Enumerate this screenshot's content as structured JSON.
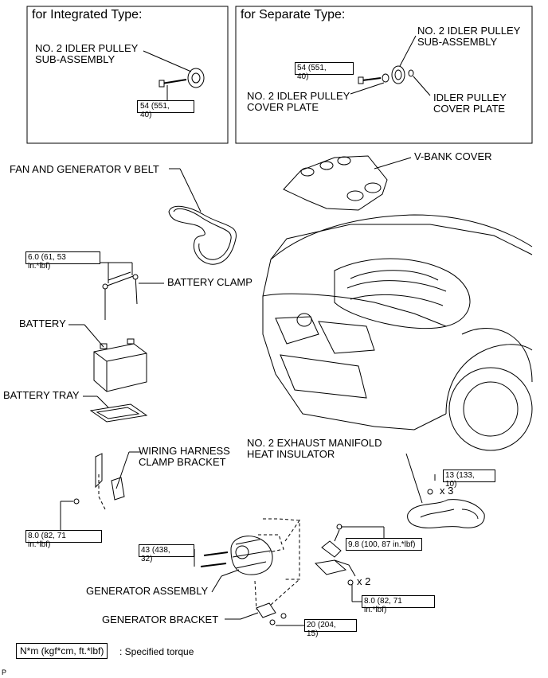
{
  "insets": {
    "integrated": {
      "title": "for Integrated Type:",
      "pulley_label": "NO. 2 IDLER PULLEY\nSUB-ASSEMBLY",
      "torque": "54 (551,\n40)"
    },
    "separate": {
      "title": "for Separate Type:",
      "pulley_label": "NO. 2 IDLER PULLEY\nSUB-ASSEMBLY",
      "torque": "54 (551,\n40)",
      "cover_plate_no2": "NO. 2 IDLER PULLEY\nCOVER PLATE",
      "cover_plate": "IDLER PULLEY\nCOVER PLATE"
    }
  },
  "labels": {
    "fan_belt": "FAN AND GENERATOR V BELT",
    "v_bank": "V-BANK COVER",
    "battery_clamp": "BATTERY CLAMP",
    "battery": "BATTERY",
    "battery_tray": "BATTERY TRAY",
    "wiring_bracket": "WIRING HARNESS\nCLAMP BRACKET",
    "exhaust_insulator": "NO. 2 EXHAUST MANIFOLD\nHEAT INSULATOR",
    "generator_assembly": "GENERATOR ASSEMBLY",
    "generator_bracket": "GENERATOR BRACKET"
  },
  "torques": {
    "clamp": "6.0 (61, 53\nin.*lbf)",
    "wiring": "8.0 (82, 71\nin.*lbf)",
    "gen_bolt": "43 (438,\n32)",
    "insulator": "13 (133,\n10)",
    "terminal_nut": "9.8 (100, 87 in.*lbf)",
    "gen_lower": "8.0 (82, 71\nin.*lbf)",
    "bracket": "20 (204,\n15)"
  },
  "multipliers": {
    "insulator": "x 3",
    "gen_lower": "x 2"
  },
  "legend": {
    "key": "N*m (kgf*cm, ft.*lbf)",
    "desc": ": Specified torque"
  },
  "corner_mark": "P"
}
